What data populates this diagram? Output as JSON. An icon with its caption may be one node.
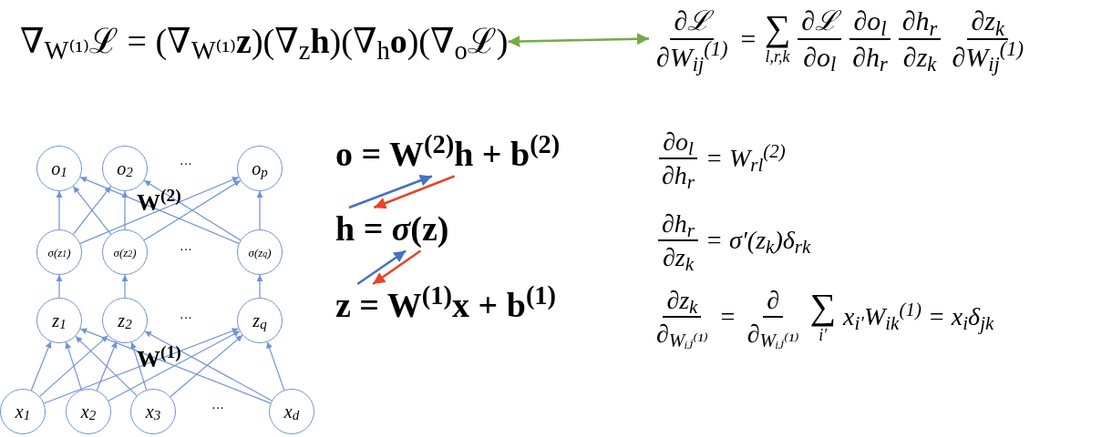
{
  "diagram": {
    "nodes": [
      {
        "text": [
          "∇$_{W⁽¹⁾}$ℒ = (∇$_{W⁽¹⁾}$**z**)(∇$_{z}$**h**)(∇$_{h}$**o**)(∇$_{o}$ℒ)"
        ]
      },
      {
        "text": [
          "∂ℒ",
          "∂W$_{ij}$$^{(1)}$",
          "=",
          "∑",
          "l,r,k",
          "∂ℒ",
          "∂o$_{l}$",
          "∂o$_{l}$",
          "∂h$_{r}$",
          "∂h$_{r}$",
          "∂z$_{k}$",
          "∂z$_{k}$",
          "∂W$_{ij}$$^{(1)}$"
        ]
      },
      {
        "text": [
          "o$_{1}$"
        ]
      },
      {
        "text": [
          "o$_{2}$"
        ]
      },
      {
        "text": [
          "o$_{p}$"
        ]
      },
      {
        "text": [
          "σ(z$_{1}$)"
        ]
      },
      {
        "text": [
          "σ(z$_{2}$)"
        ]
      },
      {
        "text": [
          "σ(z$_{q}$)"
        ]
      },
      {
        "text": [
          "z$_{1}$"
        ]
      },
      {
        "text": [
          "z$_{2}$"
        ]
      },
      {
        "text": [
          "z$_{q}$"
        ]
      },
      {
        "text": [
          "x$_{1}$"
        ]
      },
      {
        "text": [
          "x$_{2}$"
        ]
      },
      {
        "text": [
          "x$_{3}$"
        ]
      },
      {
        "text": [
          "x$_{d}$"
        ]
      },
      {
        "text": [
          "o = W$^{(2)}$h + b$^{(2)}$"
        ]
      },
      {
        "text": [
          "h = *σ*(z)"
        ]
      },
      {
        "text": [
          "z = W$^{(1)}$x + b$^{(1)}$"
        ]
      }
    ],
    "edges": [
      {
        "from": 0,
        "to": 1,
        "arrow": "both",
        "color": "#70ad47"
      },
      {
        "from": 5,
        "to": 2,
        "arrow": "to"
      },
      {
        "from": 5,
        "to": 3,
        "arrow": "to"
      },
      {
        "from": 5,
        "to": 4,
        "arrow": "to"
      },
      {
        "from": 6,
        "to": 2,
        "arrow": "to"
      },
      {
        "from": 6,
        "to": 3,
        "arrow": "to"
      },
      {
        "from": 6,
        "to": 4,
        "arrow": "to"
      },
      {
        "from": 7,
        "to": 2,
        "arrow": "to"
      },
      {
        "from": 7,
        "to": 3,
        "arrow": "to"
      },
      {
        "from": 7,
        "to": 4,
        "arrow": "to"
      },
      {
        "from": 8,
        "to": 5,
        "arrow": "to"
      },
      {
        "from": 9,
        "to": 6,
        "arrow": "to"
      },
      {
        "from": 10,
        "to": 7,
        "arrow": "to"
      },
      {
        "from": 11,
        "to": 8,
        "arrow": "to"
      },
      {
        "from": 11,
        "to": 9,
        "arrow": "to"
      },
      {
        "from": 11,
        "to": 10,
        "arrow": "to"
      },
      {
        "from": 12,
        "to": 8,
        "arrow": "to"
      },
      {
        "from": 12,
        "to": 9,
        "arrow": "to"
      },
      {
        "from": 12,
        "to": 10,
        "arrow": "to"
      },
      {
        "from": 13,
        "to": 8,
        "arrow": "to"
      },
      {
        "from": 13,
        "to": 9,
        "arrow": "to"
      },
      {
        "from": 13,
        "to": 10,
        "arrow": "to"
      },
      {
        "from": 14,
        "to": 8,
        "arrow": "to"
      },
      {
        "from": 14,
        "to": 9,
        "arrow": "to"
      },
      {
        "from": 14,
        "to": 10,
        "arrow": "to"
      },
      {
        "from": 16,
        "to": 15,
        "arrow": "to",
        "color": "#4472c4"
      },
      {
        "from": 15,
        "to": 16,
        "arrow": "to",
        "color": "#e8432a"
      },
      {
        "from": 17,
        "to": 16,
        "arrow": "to",
        "color": "#4472c4"
      },
      {
        "from": 16,
        "to": 17,
        "arrow": "to",
        "color": "#e8432a"
      }
    ],
    "labels": [
      "···",
      "W$^{(2)}$",
      "···",
      "···",
      "W$^{(1)}$",
      "···",
      "∂o$_{l}$",
      "∂h$_{r}$",
      "= W$_{rl}$$^{(2)}$",
      "∂h$_{r}$",
      "∂z$_{k}$",
      "= σ′(z$_{k}$)δ$_{rk}$",
      "∂z$_{k}$",
      "∂$_{Wᵢⱼ⁽¹⁾}$",
      "=",
      "∂",
      "∂$_{Wᵢⱼ⁽¹⁾}$",
      "∑",
      "i′",
      "x$_{i′}$W$_{ik}$$^{(1)}$ = x$_{i}$δ$_{jk}$"
    ]
  }
}
